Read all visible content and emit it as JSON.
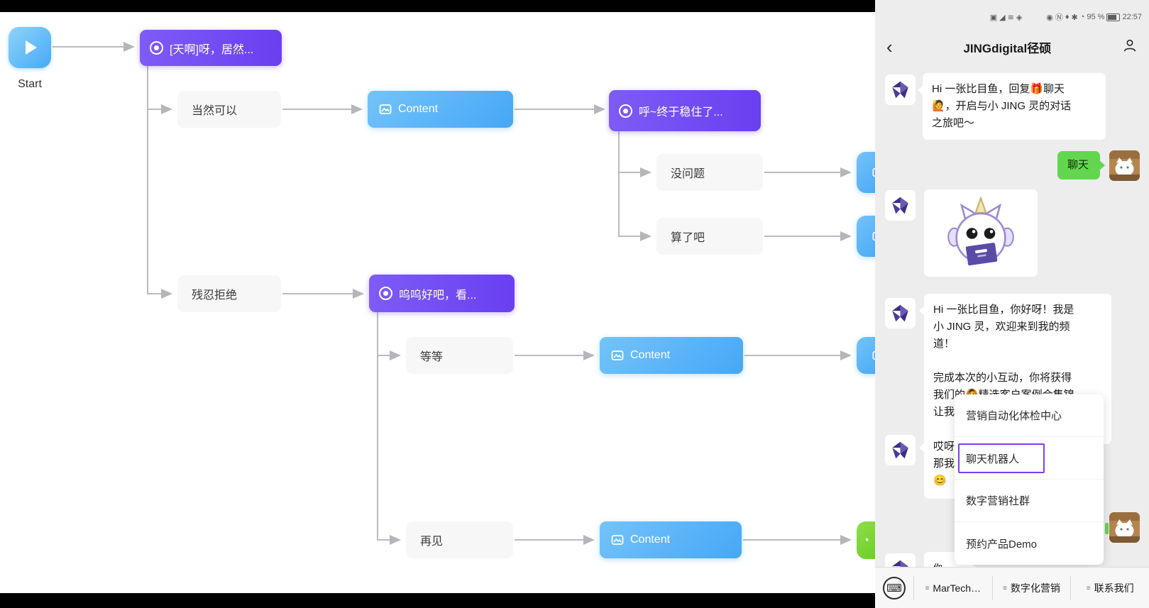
{
  "flow": {
    "start_label": "Start",
    "node_message1": "[天啊]呀，居然...",
    "node_message2": "呼~终于稳住了...",
    "node_message3": "呜呜好吧，看...",
    "branch_sure": "当然可以",
    "branch_refuse": "残忍拒绝",
    "branch_no_problem": "没问题",
    "branch_forget_it": "算了吧",
    "branch_wait": "等等",
    "branch_bye": "再见",
    "content_label_1": "Content",
    "content_label_2": "Content",
    "content_label_3": "Content"
  },
  "chat": {
    "status": {
      "battery_percent": "95 %",
      "time": "22:57"
    },
    "header": {
      "back": "‹",
      "title": "JINGdigital径硕"
    },
    "msg_welcome": {
      "line1": "Hi 一张比目鱼，回复🎁聊天",
      "line2": "🙋，开启与小 JING 灵的对话",
      "line3": "之旅吧～"
    },
    "user_reply": "聊天",
    "msg_intro": {
      "line1": "Hi 一张比目鱼，你好呀！我是",
      "line2": "小 JING 灵，欢迎来到我的频",
      "line3": "道！",
      "line4": "完成本次的小互动，你将获得",
      "line5": "我们的🙆精选客户案例合集锦",
      "line6": "让我…"
    },
    "msg_partial": {
      "line1": "哎呀",
      "line2": "那我",
      "line3": "😊"
    },
    "msg_bottom_fragment": "你…",
    "menu_popup": {
      "item1": "营销自动化体检中心",
      "item2": "聊天机器人",
      "item3": "数字营销社群",
      "item4": "预约产品Demo"
    },
    "bottom_bar": {
      "menu1": "MarTech…",
      "menu2": "数字化营销",
      "menu3": "联系我们"
    }
  },
  "colors": {
    "node_purple": "#6a3ff0",
    "node_blue": "#46a7f6",
    "node_green": "#63cd1e",
    "bubble_green": "#62d74e",
    "highlight_border": "#7c3ff0",
    "chat_background": "#ededed"
  }
}
